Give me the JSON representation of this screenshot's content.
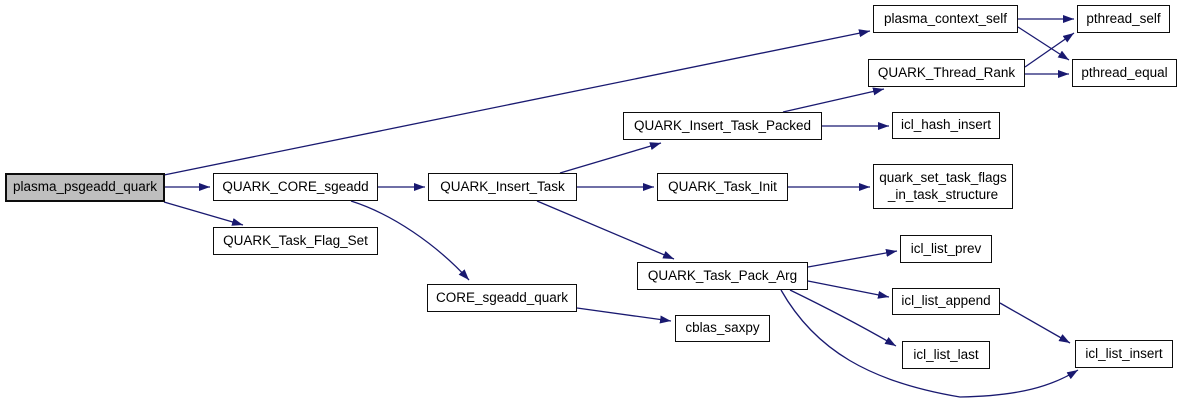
{
  "diagram": {
    "type": "call-graph",
    "background_color": "#ffffff",
    "edge_color": "#191970",
    "node_border_color": "#0d0d0d",
    "highlighted_node_fill": "#bfbfbf",
    "nodes": [
      {
        "label": "plasma_psgeadd_quark",
        "highlighted": true
      },
      {
        "label": "QUARK_CORE_sgeadd",
        "highlighted": false
      },
      {
        "label": "QUARK_Task_Flag_Set",
        "highlighted": false
      },
      {
        "label": "QUARK_Insert_Task",
        "highlighted": false
      },
      {
        "label": "CORE_sgeadd_quark",
        "highlighted": false
      },
      {
        "label": "QUARK_Insert_Task_Packed",
        "highlighted": false
      },
      {
        "label": "QUARK_Task_Init",
        "highlighted": false
      },
      {
        "label": "QUARK_Task_Pack_Arg",
        "highlighted": false
      },
      {
        "label": "cblas_saxpy",
        "highlighted": false
      },
      {
        "label": "plasma_context_self",
        "highlighted": false
      },
      {
        "label": "QUARK_Thread_Rank",
        "highlighted": false
      },
      {
        "label": "icl_hash_insert",
        "highlighted": false
      },
      {
        "label": "quark_set_task_flags\n_in_task_structure",
        "highlighted": false
      },
      {
        "label": "icl_list_prev",
        "highlighted": false
      },
      {
        "label": "icl_list_append",
        "highlighted": false
      },
      {
        "label": "icl_list_last",
        "highlighted": false
      },
      {
        "label": "pthread_self",
        "highlighted": false
      },
      {
        "label": "pthread_equal",
        "highlighted": false
      },
      {
        "label": "icl_list_insert",
        "highlighted": false
      }
    ],
    "edges": [
      "plasma_psgeadd_quark -> QUARK_CORE_sgeadd",
      "plasma_psgeadd_quark -> QUARK_Task_Flag_Set",
      "plasma_psgeadd_quark -> plasma_context_self",
      "QUARK_CORE_sgeadd -> QUARK_Insert_Task",
      "QUARK_CORE_sgeadd -> CORE_sgeadd_quark",
      "QUARK_Insert_Task -> QUARK_Insert_Task_Packed",
      "QUARK_Insert_Task -> QUARK_Task_Init",
      "QUARK_Insert_Task -> QUARK_Task_Pack_Arg",
      "QUARK_Insert_Task_Packed -> QUARK_Thread_Rank",
      "QUARK_Insert_Task_Packed -> icl_hash_insert",
      "QUARK_Task_Init -> quark_set_task_flags_in_task_structure",
      "plasma_context_self -> pthread_self",
      "plasma_context_self -> pthread_equal",
      "QUARK_Thread_Rank -> pthread_self",
      "QUARK_Thread_Rank -> pthread_equal",
      "QUARK_Task_Pack_Arg -> icl_list_prev",
      "QUARK_Task_Pack_Arg -> icl_list_append",
      "QUARK_Task_Pack_Arg -> icl_list_last",
      "QUARK_Task_Pack_Arg -> icl_list_insert",
      "icl_list_append -> icl_list_insert",
      "CORE_sgeadd_quark -> cblas_saxpy"
    ]
  }
}
